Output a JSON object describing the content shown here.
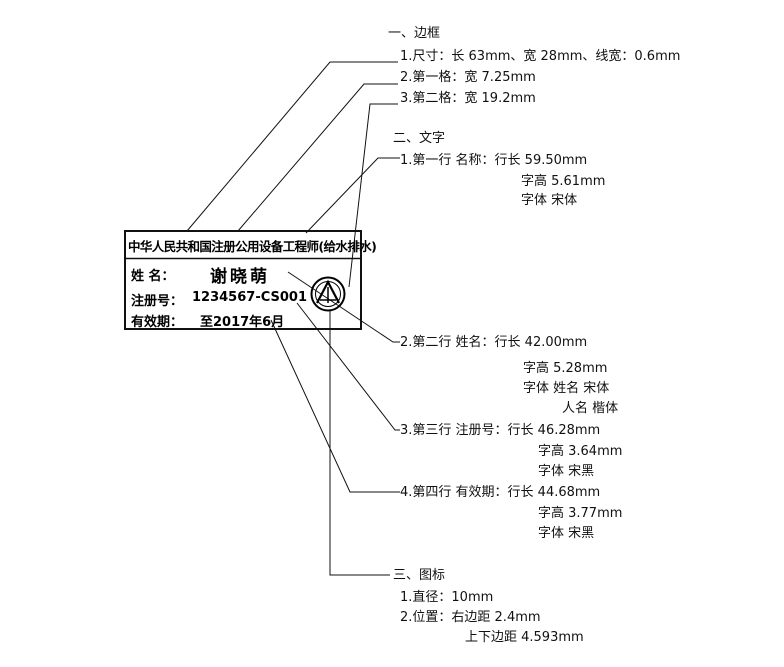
{
  "stamp": {
    "title": "中华人民共和国注册公用设备工程师(给水排水)",
    "name_label": "姓 名：",
    "name_value": "谢晓萌",
    "reg_label": "注册号：",
    "reg_value": "1234567-CS001",
    "valid_label": "有效期：",
    "valid_value": "至2017年6月"
  },
  "notes": {
    "border": {
      "heading": "一、边框",
      "items": [
        "1.尺寸：长 63mm、宽 28mm、线宽：0.6mm",
        "2.第一格：宽 7.25mm",
        "3.第二格：宽 19.2mm"
      ]
    },
    "text": {
      "heading": "二、文字",
      "row1": [
        "1.第一行 名称：行长 59.50mm",
        "字高 5.61mm",
        "字体 宋体"
      ],
      "row2": [
        "2.第二行 姓名：行长 42.00mm",
        "字高 5.28mm",
        "字体 姓名 宋体",
        "人名 楷体"
      ],
      "row3": [
        "3.第三行 注册号：行长 46.28mm",
        "字高 3.64mm",
        "字体 宋黑"
      ],
      "row4": [
        "4.第四行 有效期：行长 44.68mm",
        "字高 3.77mm",
        "字体 宋黑"
      ]
    },
    "icon": {
      "heading": "三、图标",
      "items": [
        "1.直径：10mm",
        "2.位置：右边距 2.4mm",
        "上下边距 4.593mm"
      ]
    }
  },
  "colors": {
    "ink": "#111111",
    "background": "#ffffff"
  }
}
